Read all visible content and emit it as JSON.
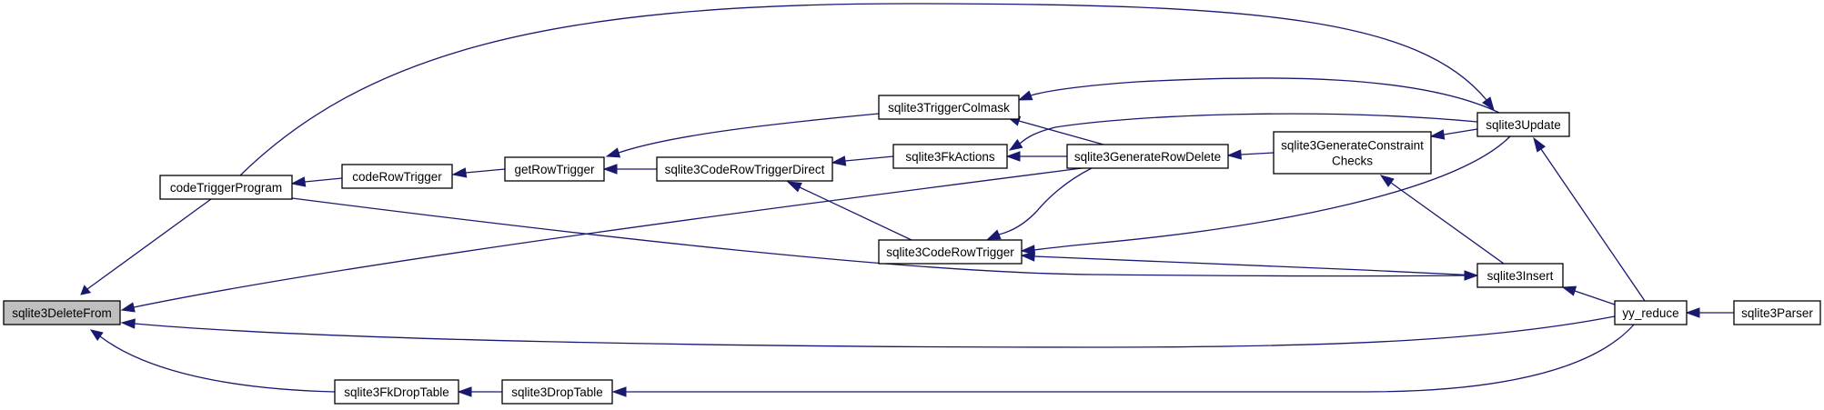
{
  "graph": {
    "colors": {
      "edge": "#191970",
      "node_fill": "#ffffff",
      "node_highlight_fill": "#bfbfbf",
      "node_border": "#000000"
    },
    "nodes": [
      {
        "id": "sqlite3DeleteFrom",
        "lines": [
          "sqlite3DeleteFrom"
        ],
        "highlight": true
      },
      {
        "id": "codeTriggerProgram",
        "lines": [
          "codeTriggerProgram"
        ]
      },
      {
        "id": "codeRowTrigger",
        "lines": [
          "codeRowTrigger"
        ]
      },
      {
        "id": "getRowTrigger",
        "lines": [
          "getRowTrigger"
        ]
      },
      {
        "id": "sqlite3CodeRowTriggerDirect",
        "lines": [
          "sqlite3CodeRowTriggerDirect"
        ]
      },
      {
        "id": "sqlite3TriggerColmask",
        "lines": [
          "sqlite3TriggerColmask"
        ]
      },
      {
        "id": "sqlite3FkActions",
        "lines": [
          "sqlite3FkActions"
        ]
      },
      {
        "id": "sqlite3CodeRowTrigger",
        "lines": [
          "sqlite3CodeRowTrigger"
        ]
      },
      {
        "id": "sqlite3GenerateRowDelete",
        "lines": [
          "sqlite3GenerateRowDelete"
        ]
      },
      {
        "id": "sqlite3GenerateConstraintChecks",
        "lines": [
          "sqlite3GenerateConstraint",
          "Checks"
        ]
      },
      {
        "id": "sqlite3Update",
        "lines": [
          "sqlite3Update"
        ]
      },
      {
        "id": "sqlite3Insert",
        "lines": [
          "sqlite3Insert"
        ]
      },
      {
        "id": "yy_reduce",
        "lines": [
          "yy_reduce"
        ]
      },
      {
        "id": "sqlite3Parser",
        "lines": [
          "sqlite3Parser"
        ]
      },
      {
        "id": "sqlite3FkDropTable",
        "lines": [
          "sqlite3FkDropTable"
        ]
      },
      {
        "id": "sqlite3DropTable",
        "lines": [
          "sqlite3DropTable"
        ]
      }
    ],
    "edges": [
      {
        "from": "codeTriggerProgram",
        "to": "sqlite3DeleteFrom"
      },
      {
        "from": "sqlite3GenerateRowDelete",
        "to": "sqlite3DeleteFrom"
      },
      {
        "from": "yy_reduce",
        "to": "sqlite3DeleteFrom"
      },
      {
        "from": "sqlite3FkDropTable",
        "to": "sqlite3DeleteFrom"
      },
      {
        "from": "codeRowTrigger",
        "to": "codeTriggerProgram"
      },
      {
        "from": "getRowTrigger",
        "to": "codeRowTrigger"
      },
      {
        "from": "sqlite3CodeRowTriggerDirect",
        "to": "getRowTrigger"
      },
      {
        "from": "sqlite3TriggerColmask",
        "to": "getRowTrigger"
      },
      {
        "from": "sqlite3FkActions",
        "to": "sqlite3CodeRowTriggerDirect"
      },
      {
        "from": "sqlite3CodeRowTrigger",
        "to": "sqlite3CodeRowTriggerDirect"
      },
      {
        "from": "sqlite3Update",
        "to": "sqlite3TriggerColmask"
      },
      {
        "from": "sqlite3GenerateRowDelete",
        "to": "sqlite3TriggerColmask"
      },
      {
        "from": "sqlite3GenerateRowDelete",
        "to": "sqlite3FkActions"
      },
      {
        "from": "sqlite3Update",
        "to": "sqlite3FkActions"
      },
      {
        "from": "sqlite3GenerateRowDelete",
        "to": "sqlite3CodeRowTrigger"
      },
      {
        "from": "sqlite3Update",
        "to": "sqlite3CodeRowTrigger"
      },
      {
        "from": "sqlite3Insert",
        "to": "sqlite3CodeRowTrigger"
      },
      {
        "from": "sqlite3GenerateConstraintChecks",
        "to": "sqlite3GenerateRowDelete"
      },
      {
        "from": "sqlite3Update",
        "to": "sqlite3GenerateConstraintChecks"
      },
      {
        "from": "sqlite3Insert",
        "to": "sqlite3GenerateConstraintChecks"
      },
      {
        "from": "codeTriggerProgram",
        "to": "sqlite3Update"
      },
      {
        "from": "yy_reduce",
        "to": "sqlite3Update"
      },
      {
        "from": "codeTriggerProgram",
        "to": "sqlite3Insert"
      },
      {
        "from": "yy_reduce",
        "to": "sqlite3Insert"
      },
      {
        "from": "sqlite3Parser",
        "to": "yy_reduce"
      },
      {
        "from": "sqlite3DropTable",
        "to": "sqlite3FkDropTable"
      },
      {
        "from": "yy_reduce",
        "to": "sqlite3DropTable"
      }
    ]
  }
}
